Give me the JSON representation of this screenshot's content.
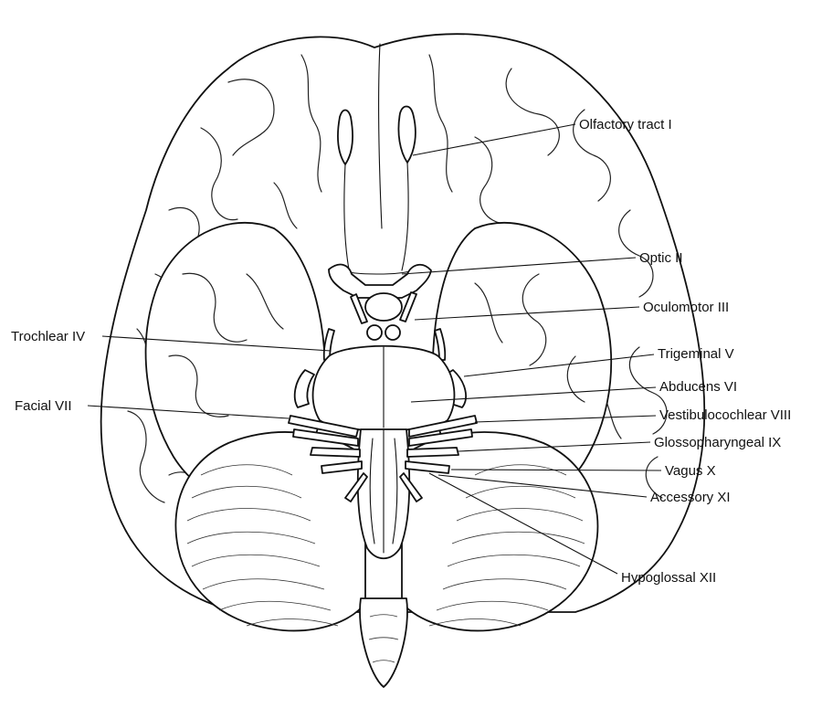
{
  "diagram": {
    "labels": {
      "olfactory": "Olfactory tract I",
      "optic": "Optic II",
      "oculomotor": "Oculomotor III",
      "trochlear": "Trochlear IV",
      "trigeminal": "Trigeminal V",
      "abducens": "Abducens VI",
      "facial": "Facial VII",
      "vestibulocochlear": "Vestibulocochlear VIII",
      "glossopharyngeal": "Glossopharyngeal IX",
      "vagus": "Vagus X",
      "accessory": "Accessory XI",
      "hypoglossal": "Hypoglossal XII"
    }
  }
}
